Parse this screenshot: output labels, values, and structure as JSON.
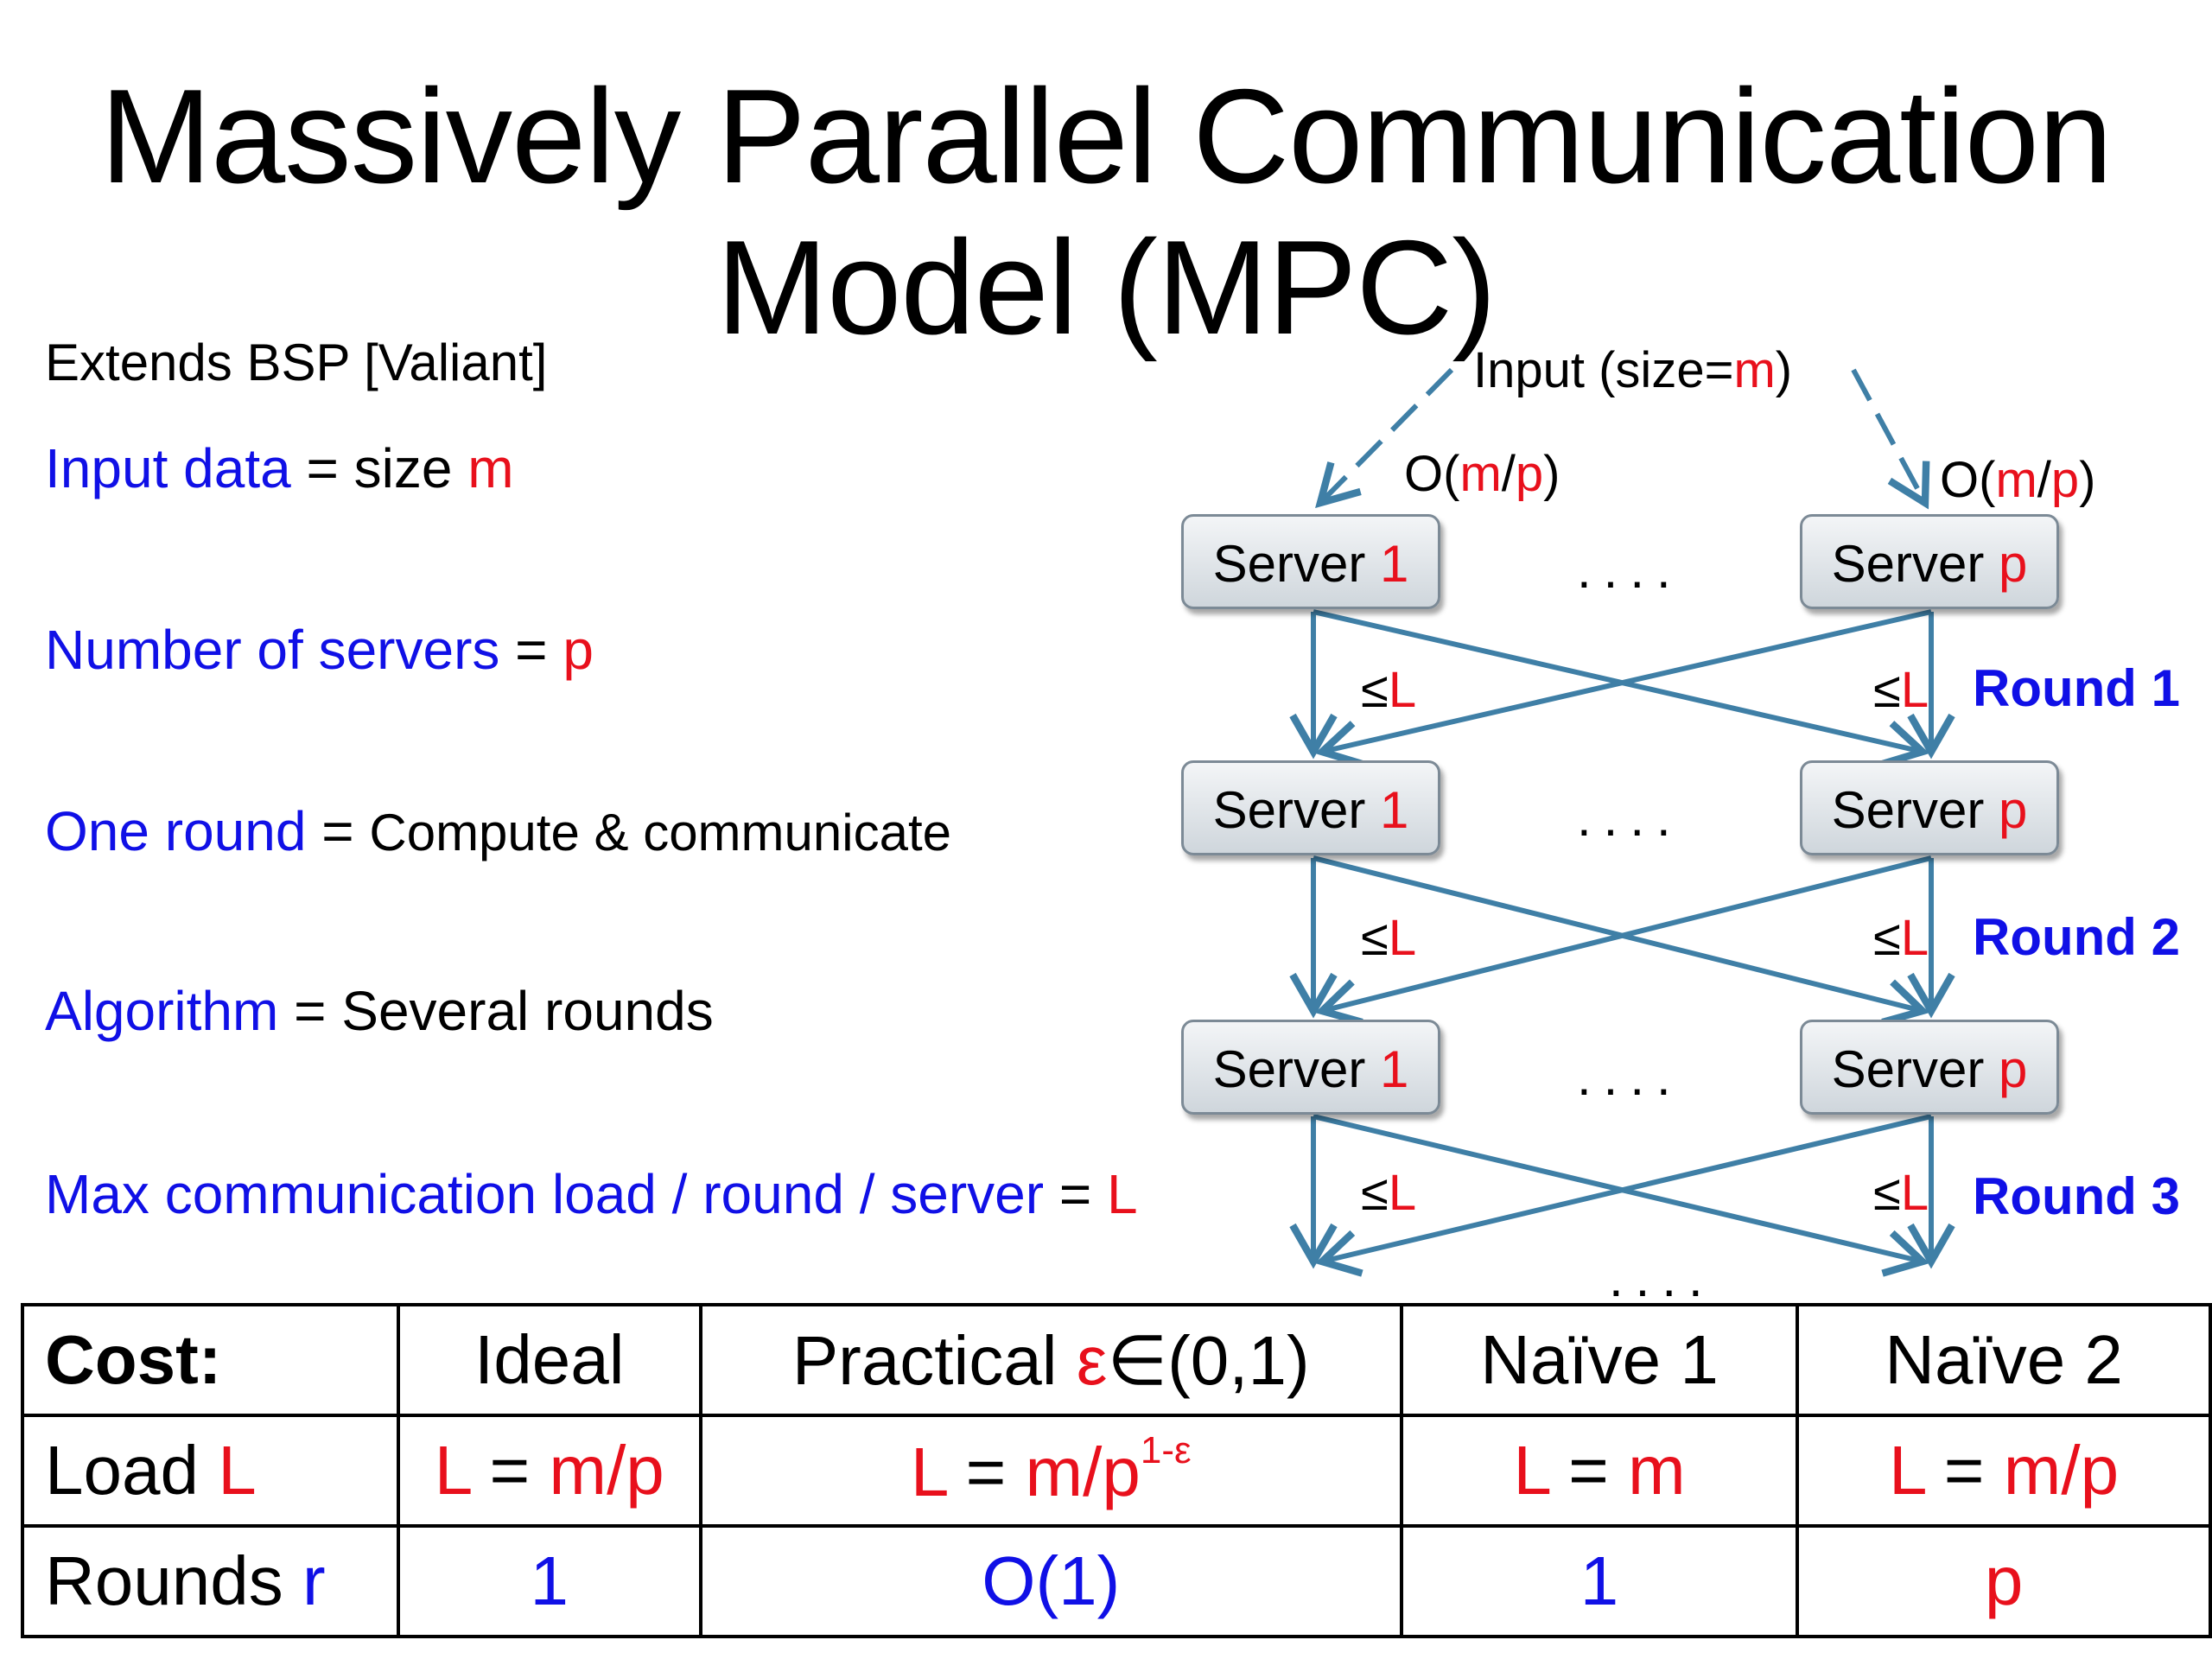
{
  "title": {
    "line1": "Massively Parallel Communication",
    "line2": "Model (MPC)"
  },
  "left": {
    "extends": "Extends BSP [Valiant]",
    "input_data": {
      "term": "Input data",
      "eq": " = ",
      "text": "size ",
      "var": "m"
    },
    "servers": {
      "term": "Number of servers",
      "eq": " = ",
      "var": "p"
    },
    "one_round": {
      "term": "One round",
      "eq": " = ",
      "text": "Compute & communicate"
    },
    "algorithm": {
      "term": "Algorithm",
      "eq": " = ",
      "text": "Several rounds"
    },
    "max_load": {
      "term": "Max communication load / round / server",
      "eq": " = ",
      "var": "L"
    }
  },
  "diagram": {
    "input_label": {
      "text": "Input (size=",
      "var": "m",
      "close": ")"
    },
    "o_label": {
      "open": "O(",
      "m": "m",
      "slash": "/",
      "p": "p",
      "close": ")"
    },
    "server_word": "Server ",
    "server_first": "1",
    "server_last": "p",
    "dots": "....",
    "le_symbol": "≤",
    "le_var": "L",
    "rounds": [
      "Round 1",
      "Round 2",
      "Round 3"
    ],
    "arrow_color": "#3f7fa6"
  },
  "table": {
    "headers": [
      "Cost:",
      "Ideal",
      "Practical ",
      "Naïve 1",
      "Naïve 2"
    ],
    "practical_eps": "ε",
    "practical_rest": "∈(0,1)",
    "load_label": "Load ",
    "load_var": "L",
    "rounds_label": "Rounds ",
    "rounds_var": "r",
    "load": {
      "ideal": {
        "L": "L",
        "eq": " = ",
        "val": "m/p"
      },
      "practical": {
        "L": "L",
        "eq": " = ",
        "val": "m/p",
        "exp": "1-ε"
      },
      "naive1": {
        "L": "L",
        "eq": " = ",
        "val": "m"
      },
      "naive2": {
        "L": "L",
        "eq": " = ",
        "val": "m/p"
      }
    },
    "rounds": {
      "ideal": "1",
      "practical": "O(1)",
      "naive1": "1",
      "naive2": "p"
    }
  }
}
